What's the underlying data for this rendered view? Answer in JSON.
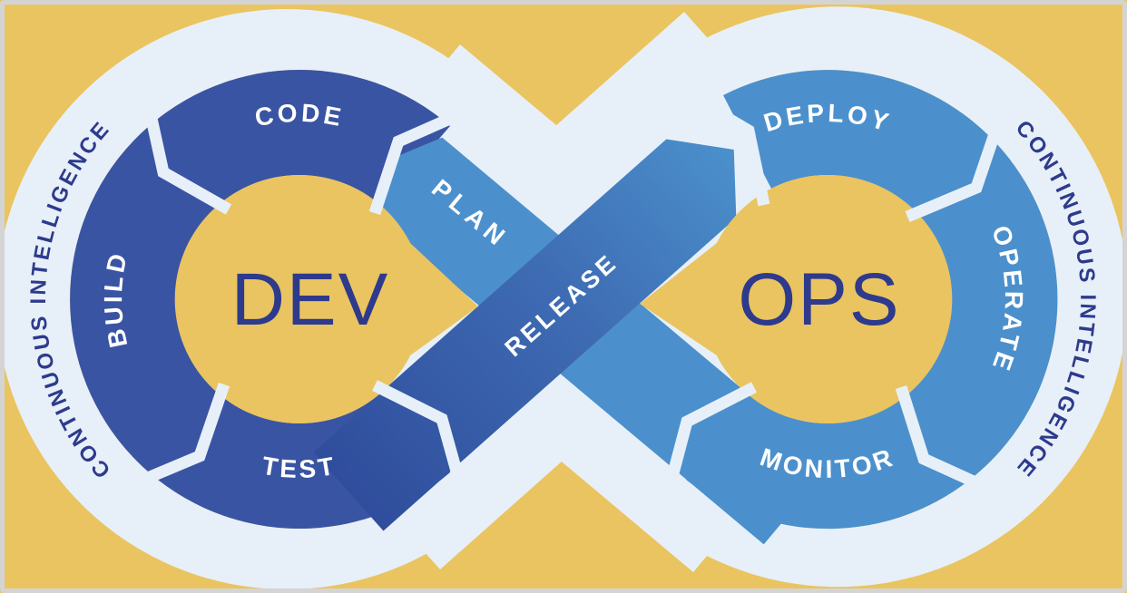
{
  "diagram_type": "devops-infinity-loop",
  "colors": {
    "background_yellow": "#EAC460",
    "track_light_blue": "#E7F0F8",
    "dev_ring_dark_blue": "#3A54A4",
    "ops_ring_medium_blue": "#4B90CC",
    "release_gradient_start": "#2F4D9C",
    "release_gradient_end": "#4B90CC",
    "navy_text": "#2E3A8C",
    "white_text": "#FFFFFF",
    "frame_gray": "#D4D4D4"
  },
  "left_loop": {
    "center_label": "DEV",
    "top_segment": "CODE",
    "left_segment": "BUILD",
    "bottom_segment": "TEST"
  },
  "right_loop": {
    "center_label": "OPS",
    "top_segment": "DEPLOY",
    "right_segment": "OPERATE",
    "bottom_segment": "MONITOR"
  },
  "cross_ribbons": {
    "plan_label": "PLAN",
    "release_label": "RELEASE"
  },
  "outer_band": {
    "left_text": "CONTINUOUS INTELLIGENCE",
    "right_text": "CONTINUOUS INTELLIGENCE"
  }
}
